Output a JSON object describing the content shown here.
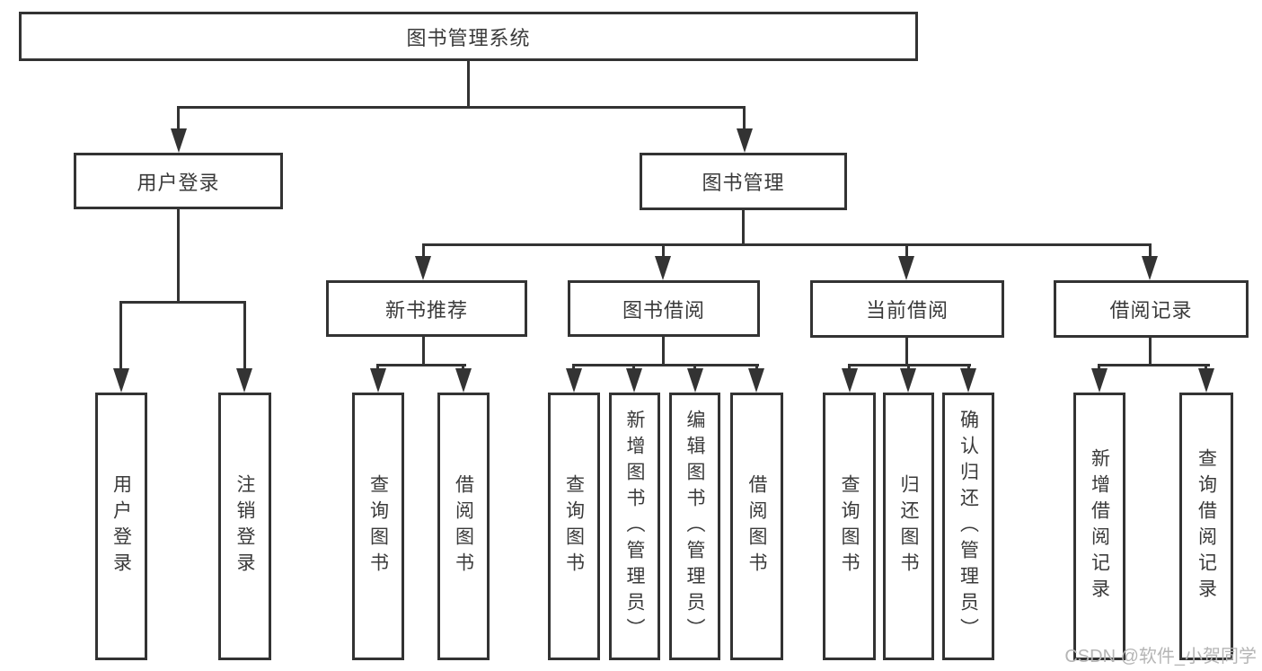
{
  "colors": {
    "line": "#333333",
    "text": "#3a3a3a",
    "background": "#ffffff",
    "watermark": "#b5b5b5"
  },
  "watermark": {
    "text": "CSDN @软件_小贺同学"
  },
  "tree": {
    "label": "图书管理系统",
    "children": [
      {
        "label": "用户登录",
        "children": [
          {
            "label": "用户登录"
          },
          {
            "label": "注销登录"
          }
        ]
      },
      {
        "label": "图书管理",
        "children": [
          {
            "label": "新书推荐",
            "children": [
              {
                "label": "查询图书"
              },
              {
                "label": "借阅图书"
              }
            ]
          },
          {
            "label": "图书借阅",
            "children": [
              {
                "label": "查询图书"
              },
              {
                "label": "新增图书（管理员）"
              },
              {
                "label": "编辑图书（管理员）"
              },
              {
                "label": "借阅图书"
              }
            ]
          },
          {
            "label": "当前借阅",
            "children": [
              {
                "label": "查询图书"
              },
              {
                "label": "归还图书"
              },
              {
                "label": "确认归还（管理员）"
              }
            ]
          },
          {
            "label": "借阅记录",
            "children": [
              {
                "label": "新增借阅记录"
              },
              {
                "label": "查询借阅记录"
              }
            ]
          }
        ]
      }
    ]
  }
}
